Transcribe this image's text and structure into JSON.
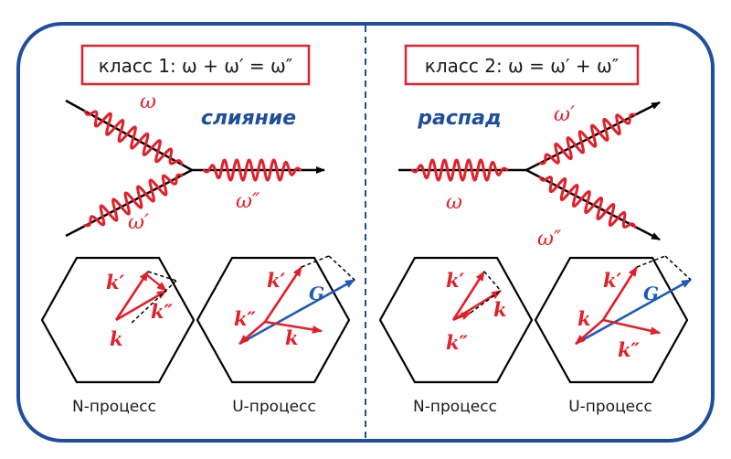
{
  "left_panel": {
    "class_label": "класс 1: ω + ω′ = ω″",
    "process_word": "слияние",
    "wave_labels": {
      "in_top": "ω",
      "in_bottom": "ω′",
      "out": "ω″"
    },
    "n_process": {
      "caption": "N-процесс",
      "k1": "k′",
      "k2": "k″",
      "k": "k"
    },
    "u_process": {
      "caption": "U-процесс",
      "k1": "k′",
      "k2": "k″",
      "k": "k",
      "g": "G"
    }
  },
  "right_panel": {
    "class_label": "класс 2: ω = ω′ + ω″",
    "process_word": "распад",
    "wave_labels": {
      "in": "ω",
      "out_top": "ω′",
      "out_bottom": "ω″"
    },
    "n_process": {
      "caption": "N-процесс",
      "k1": "k′",
      "k": "k",
      "k2": "k″"
    },
    "u_process": {
      "caption": "U-процесс",
      "k1": "k′",
      "k": "k",
      "k2": "k″",
      "g": "G"
    }
  },
  "colors": {
    "frame": "#1f4e9c",
    "class_box": "#e0202a",
    "wave": "#e0202a",
    "vector": "#e0202a",
    "g_vector": "#1f5bb5",
    "process_word": "#1f4e9c",
    "hexagon": "#000000"
  }
}
